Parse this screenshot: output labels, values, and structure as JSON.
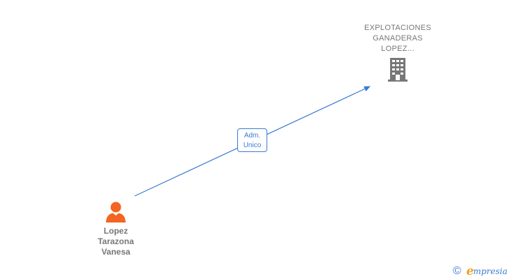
{
  "company": {
    "name_lines": [
      "EXPLOTACIONES",
      "GANADERAS",
      "LOPEZ..."
    ],
    "icon": "building-icon",
    "color": "#777777"
  },
  "person": {
    "name_lines": [
      "Lopez",
      "Tarazona",
      "Vanesa"
    ],
    "icon": "person-icon",
    "color": "#f26522"
  },
  "relation": {
    "label_lines": [
      "Adm.",
      "Unico"
    ],
    "color": "#3a7bd5"
  },
  "brand": {
    "copyright_symbol": "©",
    "initial": "e",
    "rest": "mpresia",
    "accent": "#f0a020",
    "color": "#3a7bd5"
  }
}
